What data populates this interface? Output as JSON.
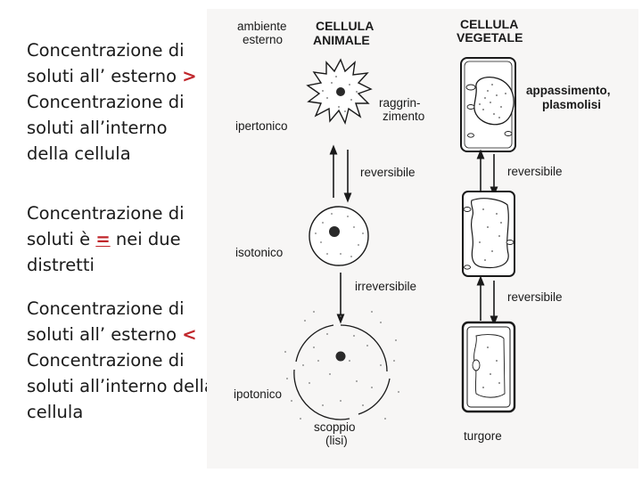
{
  "left_text": {
    "block1": {
      "line1": "Concentrazione di",
      "line2_pre": "soluti all’ esterno ",
      "operator": ">",
      "line3": "Concentrazione di",
      "line4": "soluti all’interno",
      "line5": "della cellula"
    },
    "block2": {
      "line1": "Concentrazione di",
      "line2_pre": "soluti è ",
      "operator": "=",
      "line2_post": " nei due",
      "line3": "distretti"
    },
    "block3": {
      "line1": "Concentrazione di",
      "line2_pre": "soluti all’ esterno ",
      "operator": "<",
      "line3": "Concentrazione di",
      "line4": "soluti all’interno della",
      "line5": "cellula"
    }
  },
  "diagram": {
    "header_ambiente_1": "ambiente",
    "header_ambiente_2": "esterno",
    "header_animale_1": "CELLULA",
    "header_animale_2": "ANIMALE",
    "header_vegetale_1": "CELLULA",
    "header_vegetale_2": "VEGETALE",
    "env_ipertonico": "ipertonico",
    "env_isotonico": "isotonico",
    "env_ipotonico": "ipotonico",
    "animal_raggr_1": "raggrin-",
    "animal_raggr_2": "zimento",
    "animal_arrow1": "reversibile",
    "animal_arrow2": "irreversibile",
    "animal_scoppio_1": "scoppio",
    "animal_scoppio_2": "(lisi)",
    "plant_appass_1": "appassimento,",
    "plant_appass_2": "plasmolisi",
    "plant_arrow1": "reversibile",
    "plant_arrow2": "reversibile",
    "plant_turgore": "turgore"
  }
}
